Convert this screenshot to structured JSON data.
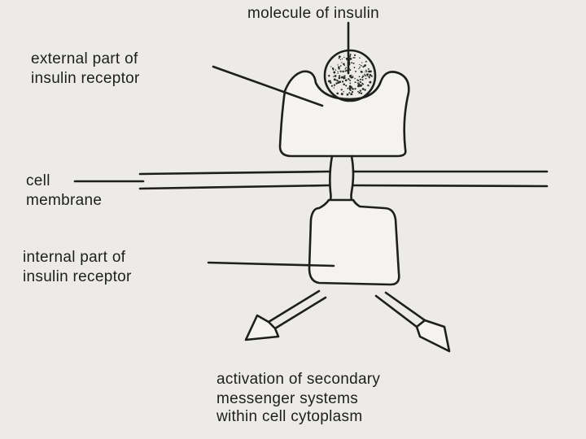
{
  "labels": {
    "molecule": "molecule of insulin",
    "external_line1": "external part of",
    "external_line2": "insulin receptor",
    "cell_line1": "cell",
    "cell_line2": "membrane",
    "internal_line1": "internal part of",
    "internal_line2": "insulin receptor",
    "activation_line1": "activation of secondary",
    "activation_line2": "messenger systems",
    "activation_line3": "within cell cytoplasm"
  },
  "colors": {
    "background": "#ecebe8",
    "ink": "#1e1e1e"
  }
}
